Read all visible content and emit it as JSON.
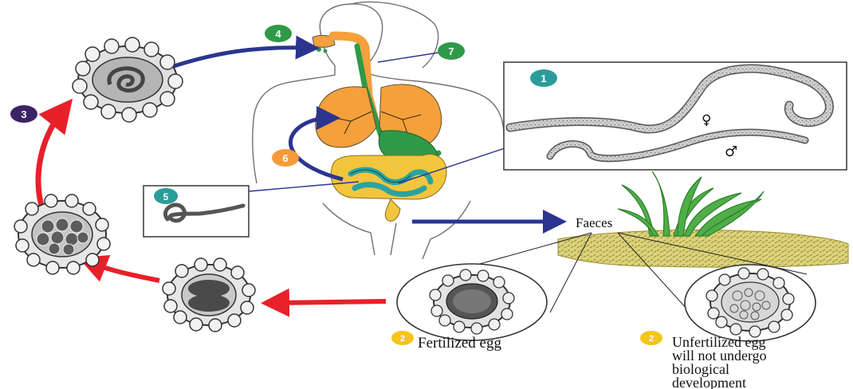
{
  "steps": [
    {
      "number": "1",
      "color": "#2a9d9a"
    },
    {
      "number": "2",
      "color": "#f5c518"
    },
    {
      "number": "2",
      "color": "#f5c518"
    },
    {
      "number": "3",
      "color": "#3b2466"
    },
    {
      "number": "4",
      "color": "#2e9a48"
    },
    {
      "number": "5",
      "color": "#2a9d9a"
    },
    {
      "number": "6",
      "color": "#f59a3c"
    },
    {
      "number": "7",
      "color": "#2e9a48"
    }
  ],
  "labels": {
    "faeces": "Faeces",
    "fertilized_egg": "Fertilized egg",
    "unfertilized_egg_lines": [
      "Unfertilized egg",
      "will not undergo",
      "biological",
      "development"
    ]
  },
  "adult_worms": {
    "female_symbol": "♀",
    "male_symbol": "♂"
  },
  "colors": {
    "external_cycle_arrow": "#e8202a",
    "migration_arrow": "#2b3590",
    "lungs": "#f4a03c",
    "oesophagus_and_gut": "#2e9a48",
    "small_intestine": "#2aa3a0",
    "large_intestine": "#f2c53d",
    "soil": "#d9cf6e",
    "grass": "#3d9d3a"
  }
}
